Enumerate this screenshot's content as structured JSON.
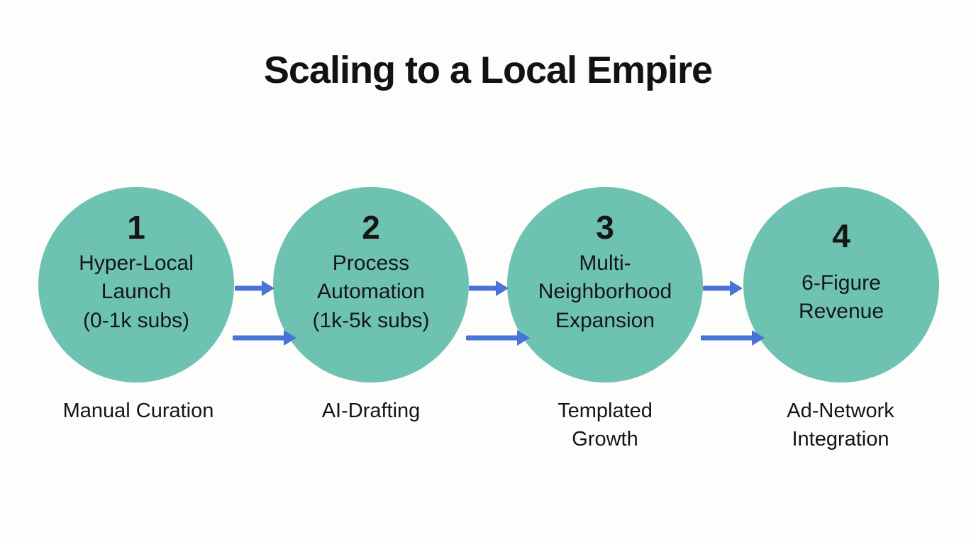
{
  "title": "Scaling to a Local Empire",
  "colors": {
    "circle_fill": "#6EC2B1",
    "arrow_blue": "#4A73D8",
    "text": "#161616",
    "background": "#FDFDFB"
  },
  "steps": [
    {
      "number": "1",
      "circle_text": "Hyper-Local\nLaunch\n(0-1k subs)",
      "caption": "Manual Curation"
    },
    {
      "number": "2",
      "circle_text": "Process\nAutomation\n(1k-5k subs)",
      "caption": "AI-Drafting"
    },
    {
      "number": "3",
      "circle_text": "Multi-\nNeighborhood\nExpansion",
      "caption": "Templated\nGrowth"
    },
    {
      "number": "4",
      "circle_text": "6-Figure\nRevenue",
      "caption": "Ad-Network\nIntegration"
    }
  ],
  "flow": {
    "arrow_icon": "right-arrow",
    "arrows_per_gap": 2,
    "direction": "left-to-right"
  }
}
